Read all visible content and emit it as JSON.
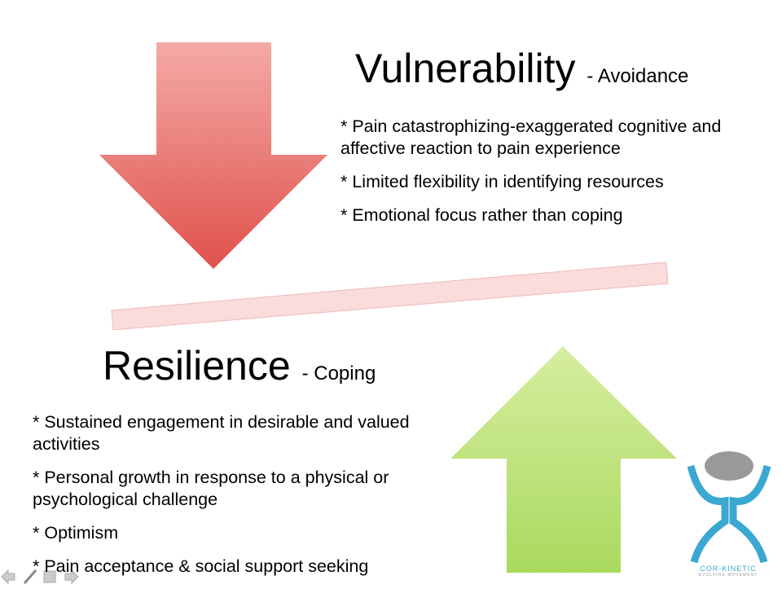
{
  "vulnerability": {
    "title": "Vulnerability",
    "subtitle": "- Avoidance",
    "bullets": [
      "* Pain catastrophizing-exaggerated cognitive and affective reaction to pain experience",
      "* Limited flexibility in identifying resources",
      "* Emotional focus rather than coping"
    ]
  },
  "resilience": {
    "title": "Resilience",
    "subtitle": "- Coping",
    "bullets": [
      "* Sustained engagement in desirable and valued activities",
      "* Personal growth in response to a physical or psychological challenge",
      "* Optimism",
      "* Pain acceptance & social support seeking"
    ]
  },
  "logo": {
    "name": "COR-KINETIC",
    "tagline": "EVOLVING MOVEMENT"
  },
  "colors": {
    "red_arrow": "#e8605a",
    "green_arrow": "#b8de78",
    "beam": "#fbdcdc",
    "logo": "#3aa8d0"
  }
}
